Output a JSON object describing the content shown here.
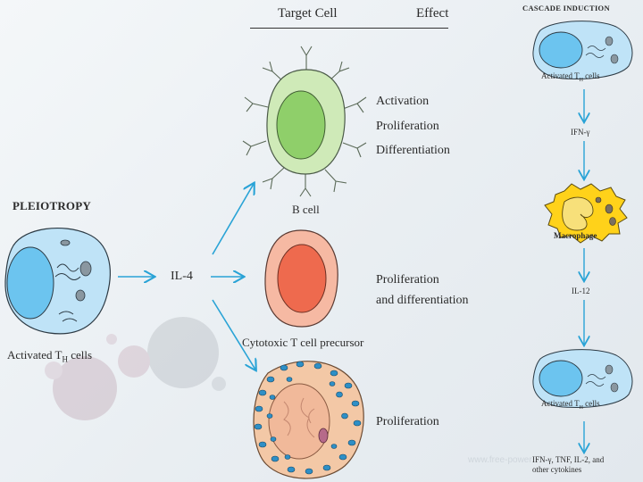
{
  "header": {
    "target_cell": "Target Cell",
    "effect": "Effect",
    "cascade_induction": "CASCADE INDUCTION"
  },
  "pleiotropy": {
    "title": "PLEIOTROPY",
    "source_cell": "Activated T",
    "source_sub": "H",
    "source_tail": " cells",
    "cytokine": "IL-4"
  },
  "targets": [
    {
      "cell": "B cell",
      "effects": [
        "Activation",
        "Proliferation",
        "Differentiation"
      ]
    },
    {
      "cell": "Cytotoxic T cell precursor",
      "effects": [
        "Proliferation",
        "and differentiation"
      ]
    },
    {
      "cell": "",
      "effects": [
        "Proliferation"
      ]
    }
  ],
  "cascade": {
    "cell1": "Activated T",
    "cell1_sub": "H",
    "cell1_tail": " cells",
    "signal1": "IFN-γ",
    "macrophage": "Macrophage",
    "signal2": "IL-12",
    "cell2": "Activated T",
    "cell2_sub": "H",
    "cell2_tail": " cells",
    "output_line1": "IFN-γ, TNF, IL-2, and",
    "output_line2": "other cytokines"
  },
  "watermark": "www.free-power",
  "colors": {
    "arrow": "#29a3d6",
    "th_cell": "#bfe3f7",
    "th_nucleus": "#6cc4ef",
    "b_cell": "#cfeab8",
    "b_nucleus": "#8fcf6a",
    "ctl_cell": "#f6b9a3",
    "ctl_nucleus": "#ee6a4e",
    "mast_cell": "#f3c8a6",
    "mast_granule": "#2e8fc6",
    "macrophage": "#ffd21a"
  }
}
